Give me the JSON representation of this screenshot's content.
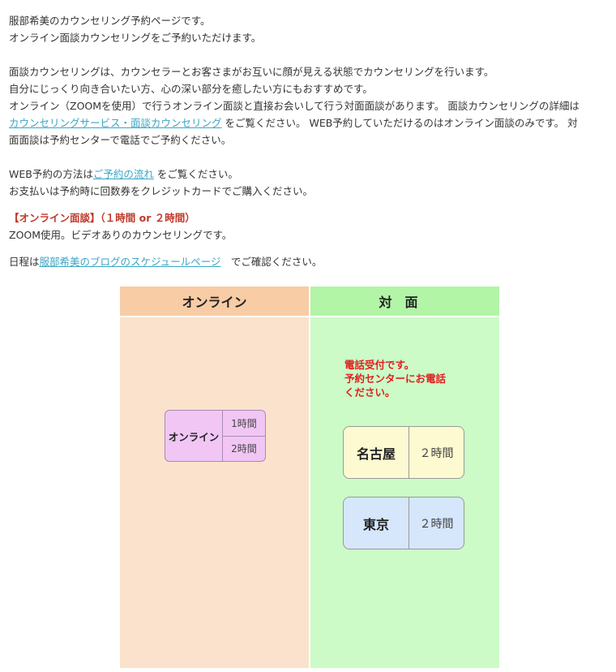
{
  "intro": {
    "line1": "服部希美のカウンセリング予約ページです。",
    "line2": "オンライン面談カウンセリングをご予約いただけます。"
  },
  "description": {
    "line1": "面談カウンセリングは、カウンセラーとお客さまがお互いに顔が見える状態でカウンセリングを行います。",
    "line2": "自分にじっくり向き合いたい方、心の深い部分を癒したい方にもおすすめです。",
    "line3": "オンライン（ZOOMを使用）で行うオンライン面談と直接お会いして行う対面面談があります。 面談カウンセリングの詳細は",
    "link_text": "カウンセリングサービス・面談カウンセリング",
    "line4_after": " をご覧ください。 WEB予約していただけるのはオンライン面談のみです。 対",
    "line5": "面面談は予約センターで電話でご予約ください。"
  },
  "web": {
    "prefix": "WEB予約の方法は",
    "link_text": "ご予約の流れ",
    "suffix": " をご覧ください。",
    "payment": "お支払いは予約時に回数券をクレジットカードでご購入ください。"
  },
  "online_section": {
    "heading": "【オンライン面談】（１時間 or ２時間）",
    "desc": "ZOOM使用。ビデオありのカウンセリングです。"
  },
  "schedule": {
    "prefix": "日程は",
    "link_text": "服部希美のブログのスケジュールページ",
    "suffix": "　でご確認ください。"
  },
  "panel": {
    "left_header": "オンライン",
    "right_header": "対面",
    "online_button": {
      "name": "オンライン",
      "time1": "1時間",
      "time2": "2時間"
    },
    "phone_note": [
      "電話受付です。",
      "予約センターにお電話",
      "ください。"
    ],
    "nagoya": {
      "name": "名古屋",
      "duration": "２時間"
    },
    "tokyo": {
      "name": "東京",
      "duration": "２時間"
    }
  }
}
